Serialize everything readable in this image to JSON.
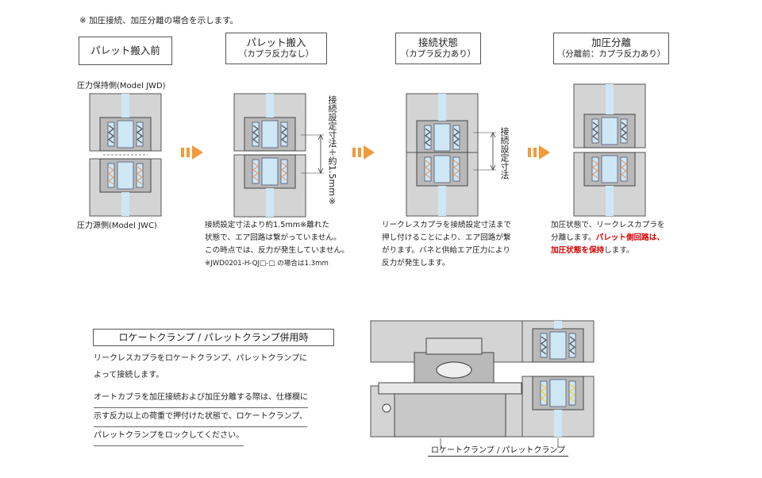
{
  "header_note": "※ 加圧接続、加圧分離の場合を示します。",
  "steps": [
    {
      "title": "パレット搬入前",
      "sub": ""
    },
    {
      "title": "パレット搬入",
      "sub": "（カプラ反力なし）"
    },
    {
      "title": "接続状態",
      "sub": "（カプラ反力あり）"
    },
    {
      "title": "加圧分離",
      "sub": "（分離前：カプラ反力あり）"
    }
  ],
  "labels": {
    "top_side": "圧力保持側(Model JWD)",
    "bottom_side": "圧力源側(Model JWC)",
    "dim_step2": "接続設定寸法＋約1.5mm※",
    "dim_step3": "接続設定寸法"
  },
  "notes": {
    "step2": [
      "接続設定寸法より約1.5mm※離れた",
      "状態で、エア回路は繋がっていません。",
      "この時点では、反力が発生していません。"
    ],
    "step2_foot": "※JWD0201-H-QJ□-□ の場合は1.3mm",
    "step3": [
      "リークレスカプラを接続設定寸法まで",
      "押し付けることにより、エア回路が繋",
      "がります。バネと供給エア圧力により",
      "反力が発生します。"
    ],
    "step4_line1": "加圧状態で、リークレスカプラを",
    "step4_line2_a": "分離します。",
    "step4_line2_red": "パレット側回路は、",
    "step4_line3_red": "加圧状態を保持",
    "step4_line3_b": "します。"
  },
  "combo": {
    "title": "ロケートクランプ / パレットクランプ併用時",
    "lines": [
      "リークレスカプラをロケートクランプ、パレットクランプに",
      "よって接続します。"
    ],
    "lines2": [
      "オートカプラを加圧接続および加圧分離する際は、仕様欄に",
      "示す反力以上の荷重で押付けた状態で、ロケートクランプ、",
      "パレットクランプをロックしてください。"
    ],
    "figure_label": "ロケートクランプ / パレットクランプ"
  },
  "colors": {
    "plate": "#d4d4d4",
    "body": "#b9b9b9",
    "fluid": "#cde7f5",
    "arrow": "#f39a3c",
    "accent_red": "#d40000",
    "spring_orange": "#e8a070",
    "spring_yellow": "#f2d040"
  }
}
